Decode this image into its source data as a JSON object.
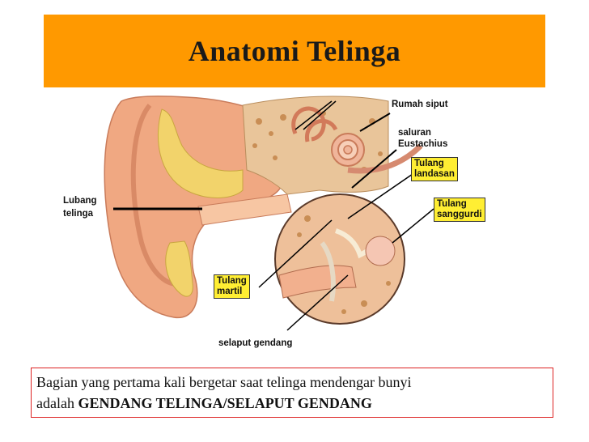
{
  "title": "Anatomi Telinga",
  "labels": {
    "rumah_siput": "Rumah siput",
    "saluran_1": "saluran",
    "saluran_2": "Eustachius",
    "landasan_1": "Tulang",
    "landasan_2": "landasan",
    "sanggurdi_1": "Tulang",
    "sanggurdi_2": "sanggurdi",
    "lubang_1": "Lubang",
    "lubang_2": "telinga",
    "martil_1": "Tulang",
    "martil_2": "martil",
    "selaput": "selaput gendang"
  },
  "caption": {
    "line1": "Bagian yang pertama kali bergetar saat telinga mendengar bunyi",
    "prefix": "adalah ",
    "emphasis": "GENDANG TELINGA/SELAPUT GENDANG"
  },
  "colors": {
    "title_bar": "#ff9900",
    "label_box": "#ffee33",
    "caption_border": "#dd2222",
    "skin": "#f0a882",
    "cartilage": "#f2d36b",
    "bone": "#e9c59a"
  }
}
